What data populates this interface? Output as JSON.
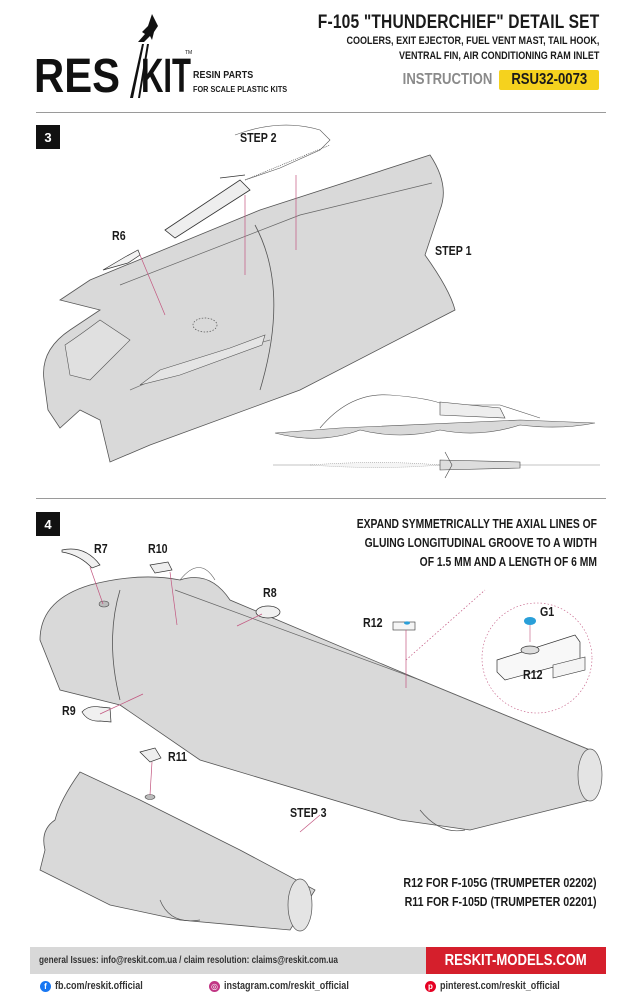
{
  "header": {
    "brand": "RESKIT",
    "trademark": "™",
    "tagline_line1": "RESIN PARTS",
    "tagline_line2": "FOR SCALE PLASTIC KITS",
    "title": "F-105 \"THUNDERCHIEF\" DETAIL SET",
    "subtitle_line1": "COOLERS, EXIT EJECTOR, FUEL VENT MAST, TAIL HOOK,",
    "subtitle_line2": "VENTRAL FIN, AIR CONDITIONING RAM INLET",
    "instruction_label": "INSTRUCTION",
    "instruction_code": "RSU32-0073"
  },
  "section3": {
    "number": "3",
    "labels": {
      "step2": "STEP 2",
      "step1": "STEP 1",
      "r6": "R6"
    }
  },
  "section4": {
    "number": "4",
    "note_lines": [
      "EXPAND SYMMETRICALLY THE AXIAL LINES OF",
      "GLUING LONGITUDINAL GROOVE TO A WIDTH",
      "OF 1.5 MM AND A LENGTH OF 6 MM"
    ],
    "labels": {
      "r7": "R7",
      "r10": "R10",
      "r8": "R8",
      "r12": "R12",
      "r12_detail": "R12",
      "g1": "G1",
      "r9": "R9",
      "r11": "R11",
      "step3": "STEP 3"
    },
    "variant_lines": [
      "R12 FOR F-105G (TRUMPETER 02202)",
      "R11 FOR F-105D (TRUMPETER 02201)"
    ]
  },
  "footer": {
    "contacts": "general Issues: info@reskit.com.ua / claim resolution: claims@reskit.com.ua",
    "website": "RESKIT-MODELS.COM",
    "social": [
      {
        "icon": "facebook-icon",
        "glyph": "f",
        "color": "#1877f2",
        "text": "fb.com/reskit.official"
      },
      {
        "icon": "instagram-icon",
        "glyph": "◎",
        "color": "#c13584",
        "text": "instagram.com/reskit_official"
      },
      {
        "icon": "pinterest-icon",
        "glyph": "p",
        "color": "#e60023",
        "text": "pinterest.com/reskit_official"
      }
    ]
  },
  "colors": {
    "accent_yellow": "#f5d21e",
    "brand_red": "#d51f2c",
    "leader_line": "#c2557f",
    "part_fill": "#d9d9d9",
    "glue_blue": "#2a9fd8"
  }
}
